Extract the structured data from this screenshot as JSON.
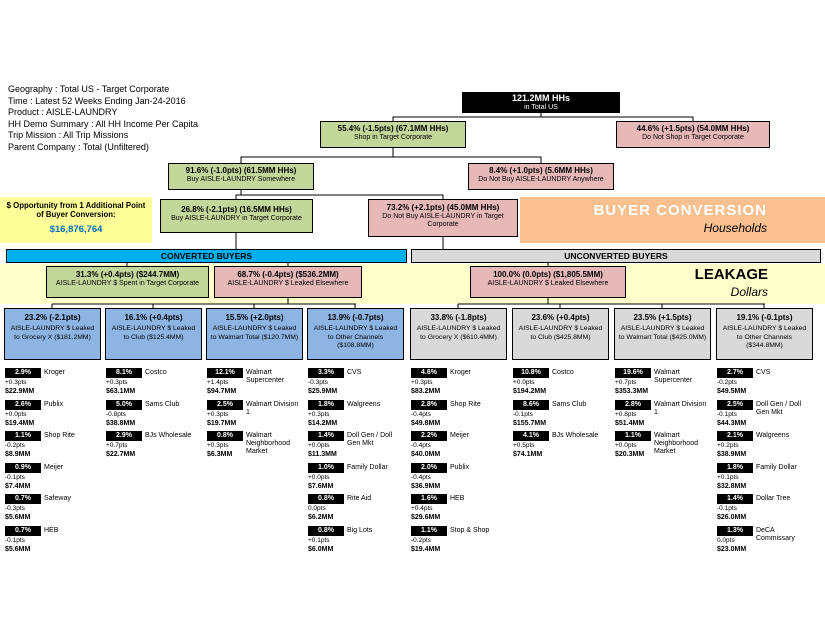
{
  "meta": {
    "lines": [
      "Geography : Total US - Target Corporate",
      "Time : Latest 52 Weeks Ending Jan-24-2016",
      "Product : AISLE-LAUNDRY",
      "HH Demo Summary : All HH Income Per Capita",
      "Trip Mission : All Trip Missions",
      "Parent Company : Total (Unfiltered)"
    ]
  },
  "tree": {
    "root": {
      "line1": "121.2MM HHs",
      "line2": "in Total US"
    },
    "shop": {
      "line1": "55.4% (-1.5pts) (67.1MM HHs)",
      "line2": "Shop in Target Corporate"
    },
    "noshop": {
      "line1": "44.6% (+1.5pts) (54.0MM HHs)",
      "line2": "Do Not Shop in Target Corporate"
    },
    "buy_somewhere": {
      "line1": "91.6% (-1.0pts) (61.5MM HHs)",
      "line2": "Buy AISLE-LAUNDRY Somewhere"
    },
    "nobuy_anywhere": {
      "line1": "8.4% (+1.0pts) (5.6MM HHs)",
      "line2": "Do Not Buy AISLE-LAUNDRY Anywhere"
    },
    "buy_target": {
      "line1": "26.8% (-2.1pts) (16.5MM HHs)",
      "line2": "Buy AISLE-LAUNDRY in Target Corporate"
    },
    "nobuy_target": {
      "line1": "73.2% (+2.1pts) (45.0MM HHs)",
      "line2": "Do Not Buy AISLE-LAUNDRY in Target Corporate"
    }
  },
  "opportunity": {
    "line1": "$ Opportunity from 1 Additional Point",
    "line2": "of Buyer Conversion:",
    "value": "$16,876,764"
  },
  "bands": {
    "buyer_conversion": "BUYER CONVERSION",
    "households": "Households",
    "converted": "CONVERTED BUYERS",
    "unconverted": "UNCONVERTED BUYERS",
    "leakage": "LEAKAGE",
    "dollars": "Dollars"
  },
  "summary": {
    "spent_target": {
      "line1": "31.3% (+0.4pts) ($244.7MM)",
      "line2": "AISLE-LAUNDRY $ Spent in Target Corporate"
    },
    "leaked_conv": {
      "line1": "68.7% (-0.4pts) ($536.2MM)",
      "line2": "AISLE-LAUNDRY $ Leaked Elsewhere"
    },
    "leaked_unconv": {
      "line1": "100.0% (0.0pts) ($1,805.5MM)",
      "line2": "AISLE-LAUNDRY $ Leaked Elsewhere"
    }
  },
  "channels": [
    {
      "pct": "23.2% (-2.1pts)",
      "l2": "AISLE-LAUNDRY $ Leaked",
      "l3": "to Grocery X ($181.2MM)"
    },
    {
      "pct": "16.1% (+0.4pts)",
      "l2": "AISLE-LAUNDRY $ Leaked",
      "l3": "to Club ($125.4MM)"
    },
    {
      "pct": "15.5% (+2.0pts)",
      "l2": "AISLE-LAUNDRY $ Leaked",
      "l3": "to Walmart Total ($120.7MM)"
    },
    {
      "pct": "13.9% (-0.7pts)",
      "l2": "AISLE-LAUNDRY $ Leaked",
      "l3": "to Other Channels ($108.8MM)"
    },
    {
      "pct": "33.8% (-1.8pts)",
      "l2": "AISLE-LAUNDRY $ Leaked",
      "l3": "to Grocery X ($610.4MM)"
    },
    {
      "pct": "23.6% (+0.4pts)",
      "l2": "AISLE-LAUNDRY $ Leaked",
      "l3": "to Club ($425.8MM)"
    },
    {
      "pct": "23.5% (+1.5pts)",
      "l2": "AISLE-LAUNDRY $ Leaked",
      "l3": "to Walmart Total ($425.0MM)"
    },
    {
      "pct": "19.1% (-0.1pts)",
      "l2": "AISLE-LAUNDRY $ Leaked",
      "l3": "to Other Channels ($344.8MM)"
    }
  ],
  "lists": [
    {
      "items": [
        {
          "pct": "2.9%",
          "name": "Kroger",
          "pts": "+0.3pts",
          "usd": "$22.9MM"
        },
        {
          "pct": "2.6%",
          "name": "Publix",
          "pts": "+0.0pts",
          "usd": "$19.4MM"
        },
        {
          "pct": "1.1%",
          "name": "Shop Rite",
          "pts": "-0.2pts",
          "usd": "$8.9MM"
        },
        {
          "pct": "0.9%",
          "name": "Meijer",
          "pts": "-0.1pts",
          "usd": "$7.4MM"
        },
        {
          "pct": "0.7%",
          "name": "Safeway",
          "pts": "-0.3pts",
          "usd": "$5.6MM"
        },
        {
          "pct": "0.7%",
          "name": "HEB",
          "pts": "-0.1pts",
          "usd": "$5.6MM"
        }
      ]
    },
    {
      "items": [
        {
          "pct": "8.1%",
          "name": "Costco",
          "pts": "+0.3pts",
          "usd": "$63.1MM"
        },
        {
          "pct": "5.0%",
          "name": "Sams Club",
          "pts": "-0.8pts",
          "usd": "$38.8MM"
        },
        {
          "pct": "2.9%",
          "name": "BJs Wholesale",
          "pts": "+0.7pts",
          "usd": "$22.7MM"
        }
      ]
    },
    {
      "items": [
        {
          "pct": "12.1%",
          "name": "Walmart Supercenter",
          "pts": "+1.4pts",
          "usd": "$94.7MM"
        },
        {
          "pct": "2.5%",
          "name": "Walmart Division 1",
          "pts": "+0.3pts",
          "usd": "$19.7MM"
        },
        {
          "pct": "0.8%",
          "name": "Walmart Neighborhood Market",
          "pts": "+0.3pts",
          "usd": "$6.3MM"
        }
      ]
    },
    {
      "items": [
        {
          "pct": "3.3%",
          "name": "CVS",
          "pts": "-0.3pts",
          "usd": "$25.9MM"
        },
        {
          "pct": "1.8%",
          "name": "Walgreens",
          "pts": "+0.3pts",
          "usd": "$14.2MM"
        },
        {
          "pct": "1.4%",
          "name": "Doll Gen / Doll Gen Mkt",
          "pts": "+0.0pts",
          "usd": "$11.3MM"
        },
        {
          "pct": "1.0%",
          "name": "Family Dollar",
          "pts": "+0.0pts",
          "usd": "$7.6MM"
        },
        {
          "pct": "0.8%",
          "name": "Rite Aid",
          "pts": "0.0pts",
          "usd": "$6.2MM"
        },
        {
          "pct": "0.8%",
          "name": "Big Lots",
          "pts": "+0.1pts",
          "usd": "$6.0MM"
        }
      ]
    },
    {
      "items": [
        {
          "pct": "4.6%",
          "name": "Kroger",
          "pts": "+0.3pts",
          "usd": "$83.2MM"
        },
        {
          "pct": "2.8%",
          "name": "Shop Rite",
          "pts": "-0.4pts",
          "usd": "$49.8MM"
        },
        {
          "pct": "2.2%",
          "name": "Meijer",
          "pts": "-0.4pts",
          "usd": "$40.0MM"
        },
        {
          "pct": "2.0%",
          "name": "Publix",
          "pts": "-0.4pts",
          "usd": "$36.9MM"
        },
        {
          "pct": "1.6%",
          "name": "HEB",
          "pts": "+0.4pts",
          "usd": "$29.6MM"
        },
        {
          "pct": "1.1%",
          "name": "Stop & Shop",
          "pts": "-0.2pts",
          "usd": "$19.4MM"
        }
      ]
    },
    {
      "items": [
        {
          "pct": "10.8%",
          "name": "Costco",
          "pts": "+0.0pts",
          "usd": "$194.2MM"
        },
        {
          "pct": "8.6%",
          "name": "Sams Club",
          "pts": "-0.1pts",
          "usd": "$155.7MM"
        },
        {
          "pct": "4.1%",
          "name": "BJs Wholesale",
          "pts": "+0.5pts",
          "usd": "$74.1MM"
        }
      ]
    },
    {
      "items": [
        {
          "pct": "19.6%",
          "name": "Walmart Supercenter",
          "pts": "+0.7pts",
          "usd": "$353.3MM"
        },
        {
          "pct": "2.8%",
          "name": "Walmart Division 1",
          "pts": "+0.8pts",
          "usd": "$51.4MM"
        },
        {
          "pct": "1.1%",
          "name": "Walmart Neighborhood Market",
          "pts": "+0.0pts",
          "usd": "$20.3MM"
        }
      ]
    },
    {
      "items": [
        {
          "pct": "2.7%",
          "name": "CVS",
          "pts": "-0.2pts",
          "usd": "$49.5MM"
        },
        {
          "pct": "2.5%",
          "name": "Doll Gen / Doll Gen Mkt",
          "pts": "-0.1pts",
          "usd": "$44.3MM"
        },
        {
          "pct": "2.1%",
          "name": "Walgreens",
          "pts": "+0.2pts",
          "usd": "$38.9MM"
        },
        {
          "pct": "1.8%",
          "name": "Family Dollar",
          "pts": "+0.1pts",
          "usd": "$32.8MM"
        },
        {
          "pct": "1.4%",
          "name": "Dollar Tree",
          "pts": "-0.1pts",
          "usd": "$26.0MM"
        },
        {
          "pct": "1.3%",
          "name": "DeCA Commissary",
          "pts": "0.0pts",
          "usd": "$23.0MM"
        }
      ]
    }
  ]
}
